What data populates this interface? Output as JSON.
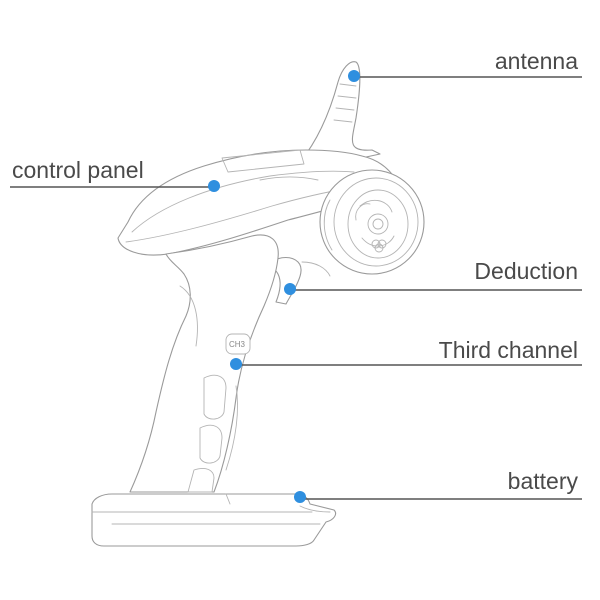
{
  "callouts": {
    "antenna": "antenna",
    "control_panel": "control panel",
    "deduction": "Deduction",
    "third_channel": "Third channel",
    "battery": "battery"
  },
  "device": {
    "ch3_marking": "CH3"
  },
  "colors": {
    "dot": "#2f8fdf",
    "line": "#555555",
    "outline": "#9a9a9a",
    "text": "#4a4a4a"
  }
}
